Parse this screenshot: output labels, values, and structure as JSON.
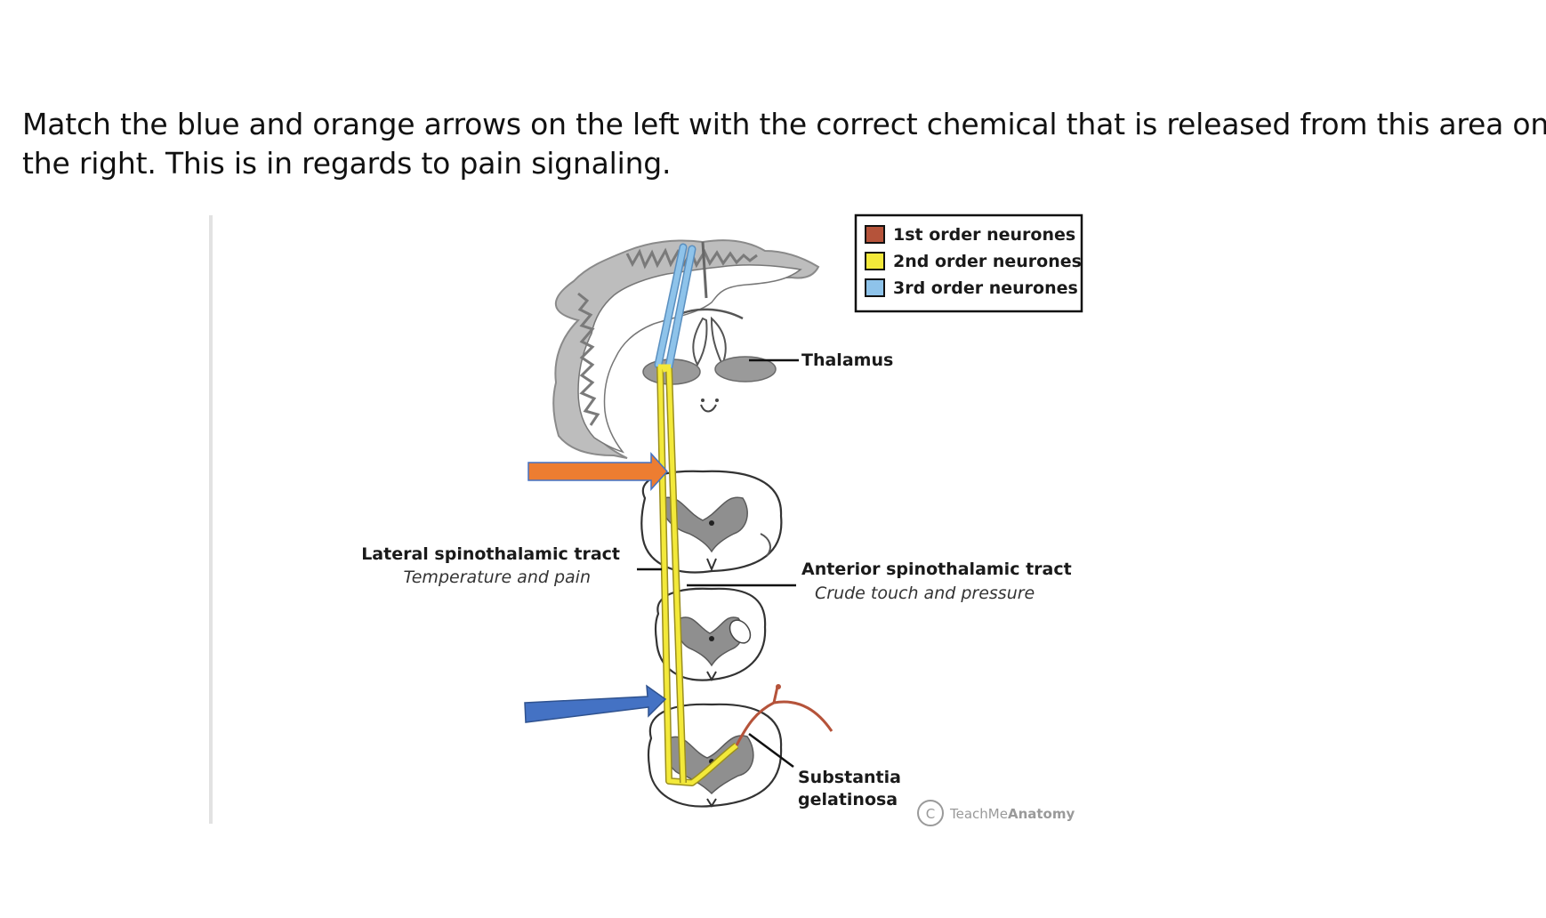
{
  "question": {
    "line1": "Match the blue and orange arrows on the left with the correct chemical that is released from this area on",
    "line2": "the right. This is in regards to pain signaling."
  },
  "legend": {
    "items": [
      {
        "label": "1st order neurones",
        "color": "#b5533a"
      },
      {
        "label": "2nd order neurones",
        "color": "#f3e93a"
      },
      {
        "label": "3rd order neurones",
        "color": "#8ec3ea"
      }
    ]
  },
  "labels": {
    "thalamus": "Thalamus",
    "lateral_tract": "Lateral spinothalamic tract",
    "lateral_tract_sub": "Temperature and pain",
    "anterior_tract": "Anterior spinothalamic tract",
    "anterior_tract_sub": "Crude touch and pressure",
    "substantia_line1": "Substantia",
    "substantia_line2": "gelatinosa"
  },
  "watermark": {
    "copyright_symbol": "C",
    "brand_light": "TeachMe",
    "brand_bold": "Anatomy"
  },
  "arrows": {
    "orange": "#ed7d31",
    "blue": "#4472c4"
  }
}
